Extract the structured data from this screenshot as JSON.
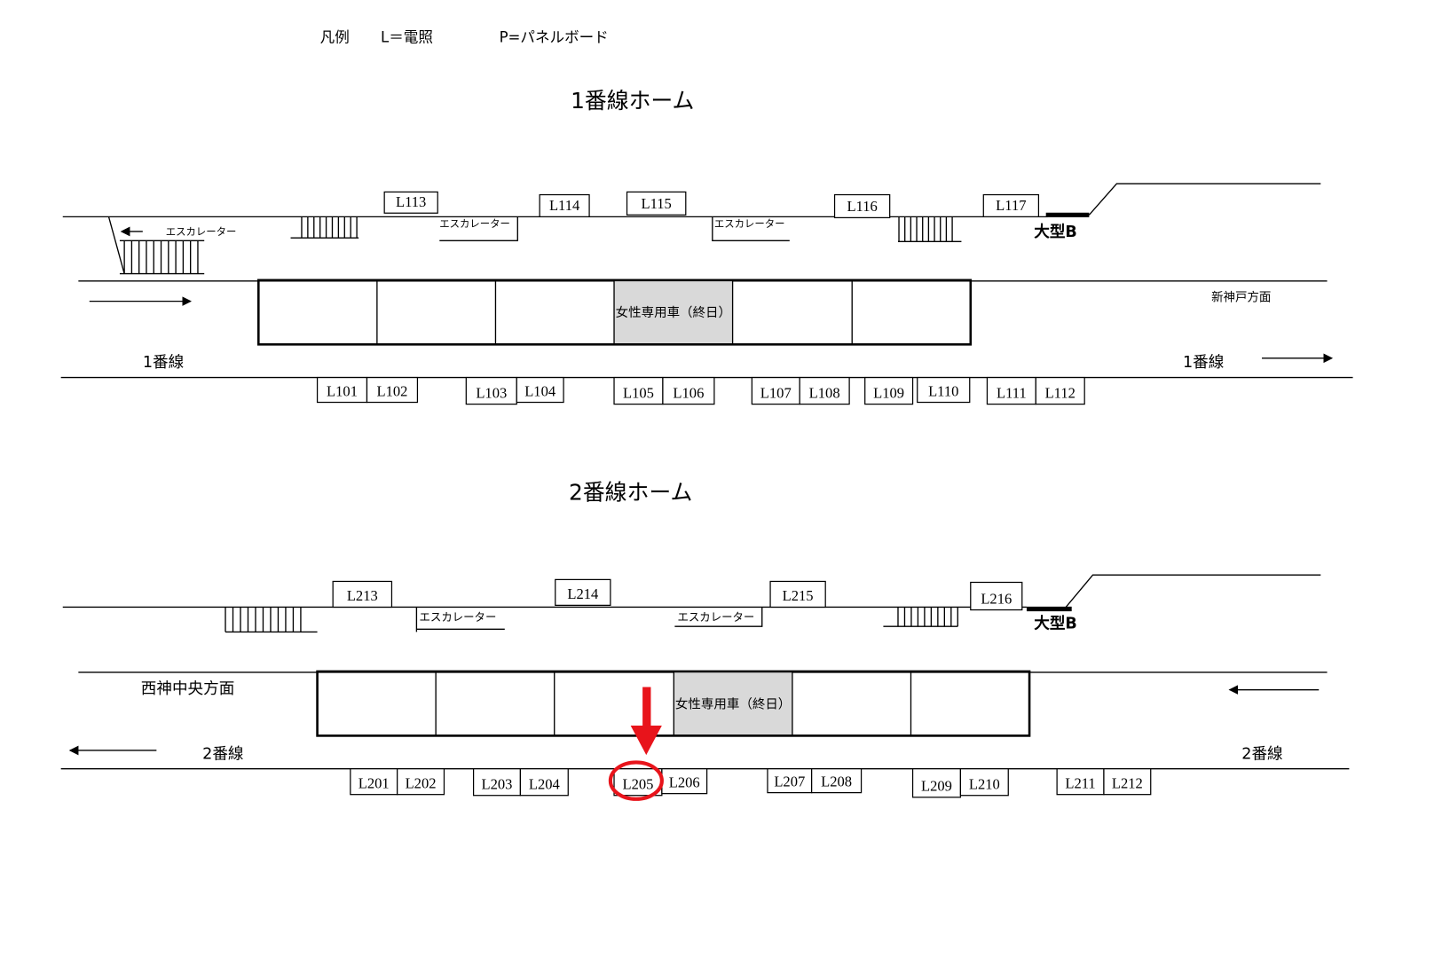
{
  "legend": {
    "title": "凡例",
    "l_meaning": "L＝電照",
    "p_meaning": "P=パネルボード"
  },
  "platform1": {
    "title": "1番線ホーム",
    "escalator_label": "エスカレーター",
    "large_board": "大型B",
    "direction": "新神戸方面",
    "track_label": "1番線",
    "women_car": "女性専用車（終日）",
    "upper_lights": [
      "L113",
      "L114",
      "L115",
      "L116",
      "L117"
    ],
    "lower_lights": [
      "L101",
      "L102",
      "L103",
      "L104",
      "L105",
      "L106",
      "L107",
      "L108",
      "L109",
      "L110",
      "L111",
      "L112"
    ]
  },
  "platform2": {
    "title": "2番線ホーム",
    "escalator_label": "エスカレーター",
    "large_board": "大型B",
    "direction": "西神中央方面",
    "track_label": "2番線",
    "women_car": "女性専用車（終日）",
    "upper_lights": [
      "L213",
      "L214",
      "L215",
      "L216"
    ],
    "lower_lights": [
      "L201",
      "L202",
      "L203",
      "L204",
      "L205",
      "L206",
      "L207",
      "L208",
      "L209",
      "L210",
      "L211",
      "L212"
    ]
  },
  "highlight": {
    "target": "L205",
    "color": "#e8141b"
  }
}
